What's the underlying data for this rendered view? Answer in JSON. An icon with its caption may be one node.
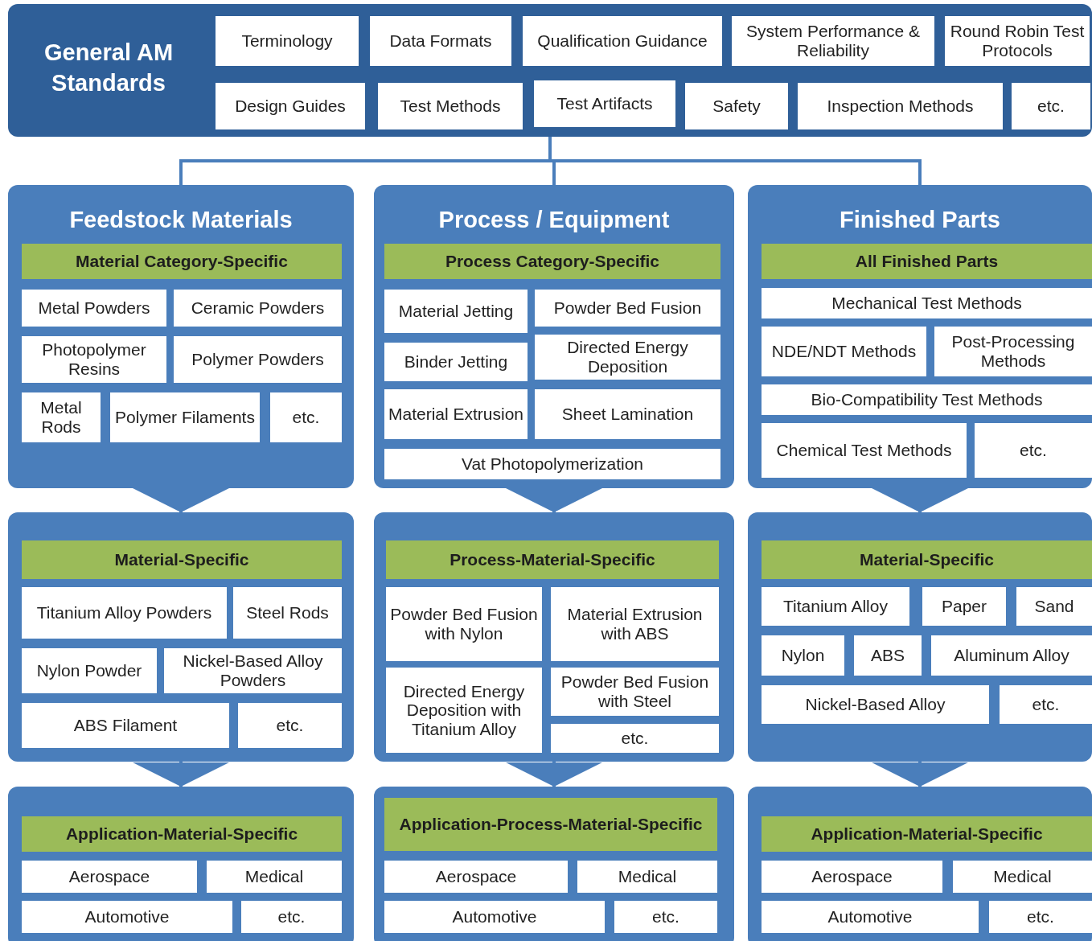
{
  "diagram": {
    "nodes": [
      {
        "text": [
          "General AM Standards"
        ]
      },
      {
        "text": [
          "Terminology"
        ],
        "in": 0
      },
      {
        "text": [
          "Data Formats"
        ],
        "in": 0
      },
      {
        "text": [
          "Qualification Guidance"
        ],
        "in": 0
      },
      {
        "text": [
          "System Performance & Reliability"
        ],
        "in": 0
      },
      {
        "text": [
          "Round Robin Test Protocols"
        ],
        "in": 0
      },
      {
        "text": [
          "Design Guides"
        ],
        "in": 0
      },
      {
        "text": [
          "Test Methods"
        ],
        "in": 0
      },
      {
        "text": [
          "Test Artifacts"
        ],
        "in": 0
      },
      {
        "text": [
          "Safety"
        ],
        "in": 0
      },
      {
        "text": [
          "Inspection Methods"
        ],
        "in": 0
      },
      {
        "text": [
          "etc."
        ],
        "in": 0
      },
      {
        "text": [
          "Feedstock Materials"
        ]
      },
      {
        "text": [
          "Material Category-Specific"
        ],
        "in": 12
      },
      {
        "text": [
          "Metal Powders"
        ],
        "in": 12
      },
      {
        "text": [
          "Ceramic Powders"
        ],
        "in": 12
      },
      {
        "text": [
          "Photopolymer Resins"
        ],
        "in": 12
      },
      {
        "text": [
          "Polymer Powders"
        ],
        "in": 12
      },
      {
        "text": [
          "Metal Rods"
        ],
        "in": 12
      },
      {
        "text": [
          "Polymer Filaments"
        ],
        "in": 12
      },
      {
        "text": [
          "etc."
        ],
        "in": 12
      },
      {
        "text": [
          "Process / Equipment"
        ]
      },
      {
        "text": [
          "Process Category-Specific"
        ],
        "in": 21
      },
      {
        "text": [
          "Material Jetting"
        ],
        "in": 21
      },
      {
        "text": [
          "Powder Bed Fusion"
        ],
        "in": 21
      },
      {
        "text": [
          "Binder Jetting"
        ],
        "in": 21
      },
      {
        "text": [
          "Directed Energy Deposition"
        ],
        "in": 21
      },
      {
        "text": [
          "Material Extrusion"
        ],
        "in": 21
      },
      {
        "text": [
          "Sheet Lamination"
        ],
        "in": 21
      },
      {
        "text": [
          "Vat Photopolymerization"
        ],
        "in": 21
      },
      {
        "text": [
          "Finished Parts"
        ]
      },
      {
        "text": [
          "All Finished Parts"
        ],
        "in": 30
      },
      {
        "text": [
          "Mechanical Test Methods"
        ],
        "in": 30
      },
      {
        "text": [
          "NDE/NDT Methods"
        ],
        "in": 30
      },
      {
        "text": [
          "Post-Processing Methods"
        ],
        "in": 30
      },
      {
        "text": [
          "Bio-Compatibility Test Methods"
        ],
        "in": 30
      },
      {
        "text": [
          "Chemical Test Methods"
        ],
        "in": 30
      },
      {
        "text": [
          "etc."
        ],
        "in": 30
      },
      {
        "text": [],
        "shape": "box"
      },
      {
        "text": [
          "Material-Specific"
        ],
        "in": 38
      },
      {
        "text": [
          "Titanium Alloy Powders"
        ],
        "in": 38
      },
      {
        "text": [
          "Steel Rods"
        ],
        "in": 38
      },
      {
        "text": [
          "Nylon Powder"
        ],
        "in": 38
      },
      {
        "text": [
          "Nickel-Based Alloy Powders"
        ],
        "in": 38
      },
      {
        "text": [
          "ABS Filament"
        ],
        "in": 38
      },
      {
        "text": [
          "etc."
        ],
        "in": 38
      },
      {
        "text": [],
        "shape": "box"
      },
      {
        "text": [
          "Process-Material-Specific"
        ],
        "in": 46
      },
      {
        "text": [
          "Powder Bed Fusion with Nylon"
        ],
        "in": 46
      },
      {
        "text": [
          "Material Extrusion with ABS"
        ],
        "in": 46
      },
      {
        "text": [
          "Directed Energy Deposition with Titanium Alloy"
        ],
        "in": 46
      },
      {
        "text": [
          "Powder Bed Fusion with Steel"
        ],
        "in": 46
      },
      {
        "text": [
          "etc."
        ],
        "in": 46
      },
      {
        "text": [],
        "shape": "box"
      },
      {
        "text": [
          "Material-Specific"
        ],
        "in": 53
      },
      {
        "text": [
          "Titanium Alloy"
        ],
        "in": 53
      },
      {
        "text": [
          "Paper"
        ],
        "in": 53
      },
      {
        "text": [
          "Sand"
        ],
        "in": 53
      },
      {
        "text": [
          "Nylon"
        ],
        "in": 53
      },
      {
        "text": [
          "ABS"
        ],
        "in": 53
      },
      {
        "text": [
          "Aluminum Alloy"
        ],
        "in": 53
      },
      {
        "text": [
          "Nickel-Based Alloy"
        ],
        "in": 53
      },
      {
        "text": [
          "etc."
        ],
        "in": 53
      },
      {
        "text": [],
        "shape": "box"
      },
      {
        "text": [
          "Application-Material-Specific"
        ],
        "in": 63
      },
      {
        "text": [
          "Aerospace"
        ],
        "in": 63
      },
      {
        "text": [
          "Medical"
        ],
        "in": 63
      },
      {
        "text": [
          "Automotive"
        ],
        "in": 63
      },
      {
        "text": [
          "etc."
        ],
        "in": 63
      },
      {
        "text": [],
        "shape": "box"
      },
      {
        "text": [
          "Application-Process-Material-Specific"
        ],
        "in": 69
      },
      {
        "text": [
          "Aerospace"
        ],
        "in": 69
      },
      {
        "text": [
          "Medical"
        ],
        "in": 69
      },
      {
        "text": [
          "Automotive"
        ],
        "in": 69
      },
      {
        "text": [
          "etc."
        ],
        "in": 69
      },
      {
        "text": [],
        "shape": "box"
      },
      {
        "text": [
          "Application-Material-Specific"
        ],
        "in": 75
      },
      {
        "text": [
          "Aerospace"
        ],
        "in": 75
      },
      {
        "text": [
          "Medical"
        ],
        "in": 75
      },
      {
        "text": [
          "Automotive"
        ],
        "in": 75
      },
      {
        "text": [
          "etc."
        ],
        "in": 75
      }
    ],
    "edges": [
      {
        "from": 0,
        "to": 12,
        "arrow": "none"
      },
      {
        "from": 0,
        "to": 21,
        "arrow": "none"
      },
      {
        "from": 0,
        "to": 30,
        "arrow": "none"
      },
      {
        "from": 12,
        "to": 38,
        "arrow": "to"
      },
      {
        "from": 21,
        "to": 46,
        "arrow": "to"
      },
      {
        "from": 30,
        "to": 53,
        "arrow": "to"
      },
      {
        "from": 38,
        "to": 63,
        "arrow": "to"
      },
      {
        "from": 46,
        "to": 69,
        "arrow": "to"
      },
      {
        "from": 53,
        "to": 75,
        "arrow": "to"
      }
    ]
  }
}
